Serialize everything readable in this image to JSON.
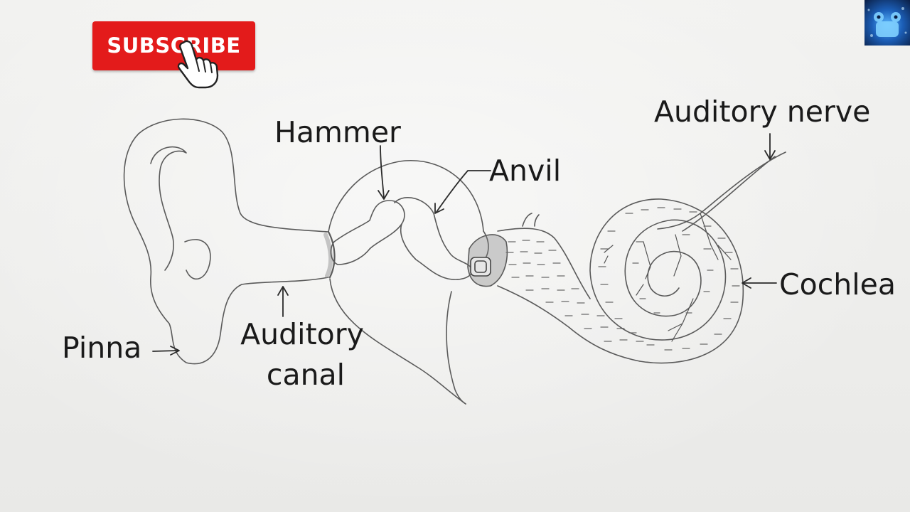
{
  "subscribe_button": {
    "label": "SUBSCRIBE",
    "color": "#e31b1b"
  },
  "icons": {
    "cursor": "hand-pointer-icon",
    "channel": "robot-logo-icon"
  },
  "labels": {
    "hammer": "Hammer",
    "anvil": "Anvil",
    "auditory_nerve": "Auditory nerve",
    "cochlea": "Cochlea",
    "pinna": "Pinna",
    "auditory_canal_line1": "Auditory",
    "auditory_canal_line2": "canal"
  },
  "colors": {
    "ink": "#1a1a1a",
    "pencil": "#555555",
    "paper": "#efefed"
  }
}
